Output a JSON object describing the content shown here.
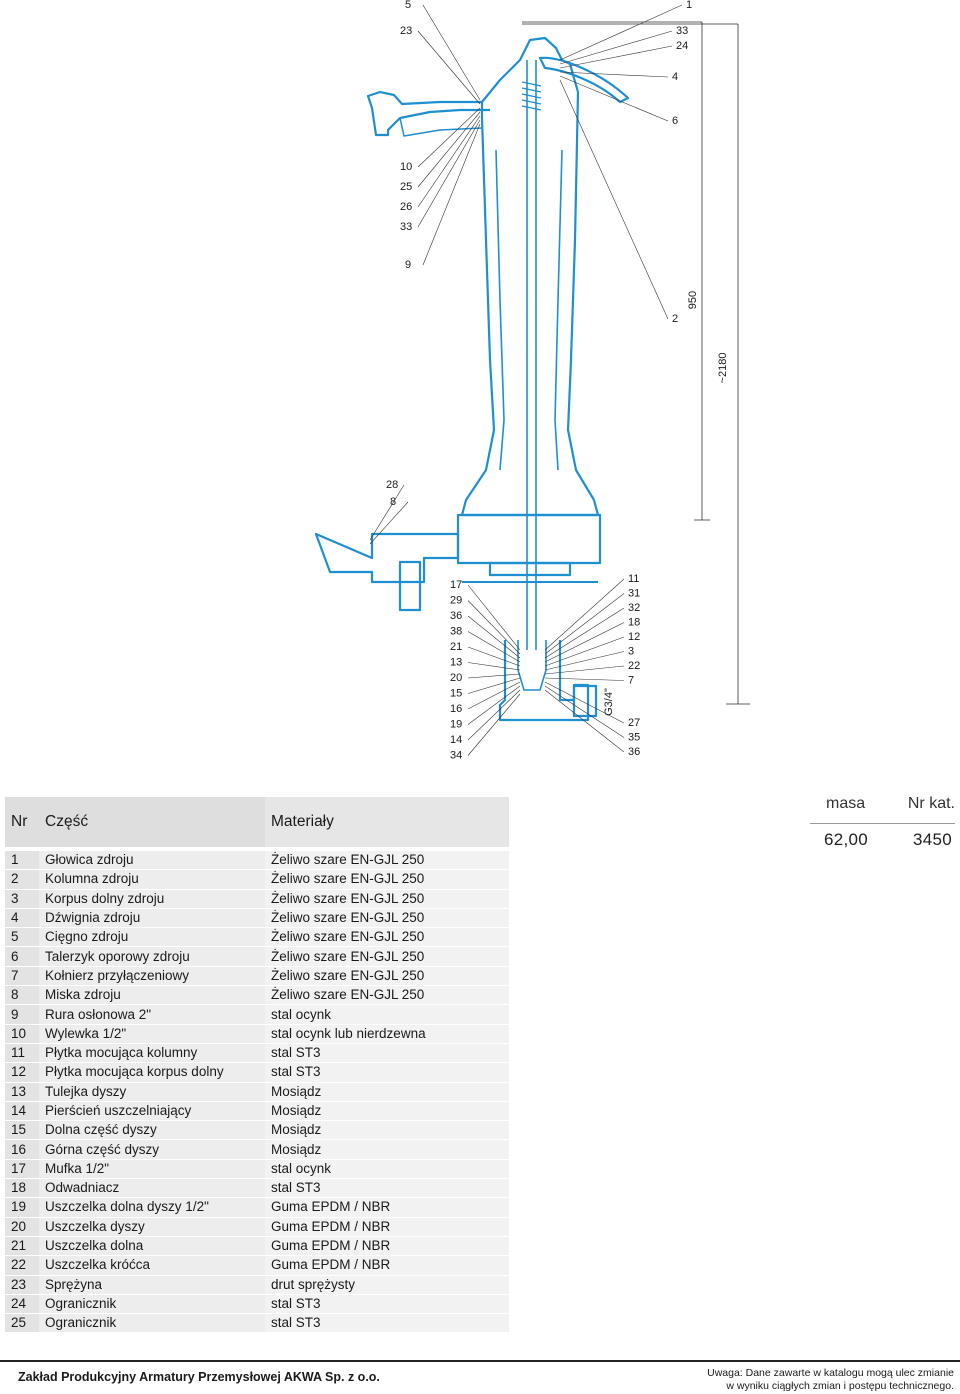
{
  "callouts": {
    "left_top": [
      "5",
      "23",
      "10",
      "25",
      "26",
      "33",
      "9"
    ],
    "right_top": [
      "1",
      "33",
      "24",
      "4",
      "6",
      "2"
    ],
    "middle": [
      "28",
      "8"
    ],
    "left_bottom": [
      "17",
      "29",
      "36",
      "38",
      "21",
      "13",
      "20",
      "15",
      "16",
      "19",
      "14",
      "34"
    ],
    "right_bottom": [
      "11",
      "31",
      "32",
      "18",
      "12",
      "3",
      "22",
      "7",
      "27",
      "35",
      "36"
    ]
  },
  "dimensions": {
    "height_950": "950",
    "height_total": "~2180",
    "thread": "G3/4\""
  },
  "table": {
    "headers": {
      "nr": "Nr",
      "part": "Część",
      "material": "Materiały"
    },
    "rows": [
      {
        "nr": "1",
        "part": "Głowica zdroju",
        "material": "Żeliwo szare EN-GJL 250"
      },
      {
        "nr": "2",
        "part": "Kolumna zdroju",
        "material": "Żeliwo szare EN-GJL 250"
      },
      {
        "nr": "3",
        "part": "Korpus dolny zdroju",
        "material": "Żeliwo szare EN-GJL 250"
      },
      {
        "nr": "4",
        "part": "Dźwignia zdroju",
        "material": "Żeliwo szare EN-GJL 250"
      },
      {
        "nr": "5",
        "part": "Cięgno zdroju",
        "material": "Żeliwo szare EN-GJL 250"
      },
      {
        "nr": "6",
        "part": "Talerzyk oporowy zdroju",
        "material": "Żeliwo szare EN-GJL 250"
      },
      {
        "nr": "7",
        "part": "Kołnierz przyłączeniowy",
        "material": "Żeliwo szare EN-GJL 250"
      },
      {
        "nr": "8",
        "part": "Miska zdroju",
        "material": "Żeliwo szare EN-GJL 250"
      },
      {
        "nr": "9",
        "part": "Rura osłonowa 2\"",
        "material": "stal ocynk"
      },
      {
        "nr": "10",
        "part": "Wylewka 1/2\"",
        "material": "stal ocynk lub nierdzewna"
      },
      {
        "nr": "11",
        "part": "Płytka mocująca kolumny",
        "material": "stal ST3"
      },
      {
        "nr": "12",
        "part": "Płytka mocująca korpus dolny",
        "material": "stal ST3"
      },
      {
        "nr": "13",
        "part": "Tulejka dyszy",
        "material": "Mosiądz"
      },
      {
        "nr": "14",
        "part": "Pierścień uszczelniający",
        "material": "Mosiądz"
      },
      {
        "nr": "15",
        "part": "Dolna część dyszy",
        "material": "Mosiądz"
      },
      {
        "nr": "16",
        "part": "Górna część dyszy",
        "material": "Mosiądz"
      },
      {
        "nr": "17",
        "part": "Mufka 1/2\"",
        "material": "stal ocynk"
      },
      {
        "nr": "18",
        "part": "Odwadniacz",
        "material": "stal ST3"
      },
      {
        "nr": "19",
        "part": "Uszczelka dolna dyszy 1/2\"",
        "material": "Guma EPDM / NBR"
      },
      {
        "nr": "20",
        "part": "Uszczelka dyszy",
        "material": "Guma EPDM / NBR"
      },
      {
        "nr": "21",
        "part": "Uszczelka dolna",
        "material": "Guma EPDM / NBR"
      },
      {
        "nr": "22",
        "part": "Uszczelka króćca",
        "material": "Guma EPDM / NBR"
      },
      {
        "nr": "23",
        "part": "Sprężyna",
        "material": "drut sprężysty"
      },
      {
        "nr": "24",
        "part": "Ogranicznik",
        "material": "stal ST3"
      },
      {
        "nr": "25",
        "part": "Ogranicznik",
        "material": "stal ST3"
      }
    ]
  },
  "summary": {
    "mass_label": "masa",
    "catalog_label": "Nr kat.",
    "mass_value": "62,00",
    "catalog_value": "3450"
  },
  "footer": {
    "company": "Zakład Produkcyjny Armatury Przemysłowej AKWA Sp. z o.o.",
    "note_line1": "Uwaga:  Dane zawarte w katalogu mogą ulec zmianie",
    "note_line2": "w wyniku ciągłych zmian i postępu technicznego."
  },
  "colors": {
    "drawing_line": "#1e8fd0",
    "leader_line": "#333333"
  }
}
